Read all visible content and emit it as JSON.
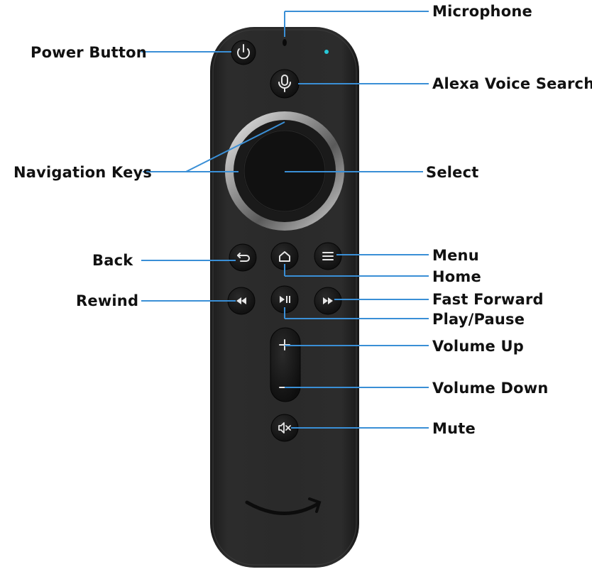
{
  "labels": {
    "microphone": "Microphone",
    "power_button": "Power Button",
    "alexa_voice_search": "Alexa Voice Search",
    "navigation_keys": "Navigation Keys",
    "select": "Select",
    "back": "Back",
    "menu": "Menu",
    "home": "Home",
    "rewind": "Rewind",
    "fast_forward": "Fast Forward",
    "play_pause": "Play/Pause",
    "volume_up": "Volume Up",
    "volume_down": "Volume Down",
    "mute": "Mute"
  },
  "colors": {
    "leader_line": "#3a8fd6",
    "label_text": "#111111",
    "remote_body": "#262626",
    "button": "#141414",
    "button_glyph": "#e6e6e6",
    "status_light": "#27c9d8"
  },
  "icons": {
    "power": "power-icon",
    "microphone": "microphone-icon",
    "back": "back-arrow-icon",
    "home": "home-icon",
    "menu": "hamburger-menu-icon",
    "rewind": "rewind-icon",
    "play_pause": "play-pause-icon",
    "fast_forward": "fast-forward-icon",
    "volume_up": "plus-icon",
    "volume_down": "minus-icon",
    "mute": "mute-icon",
    "logo": "amazon-smile-logo-icon"
  }
}
